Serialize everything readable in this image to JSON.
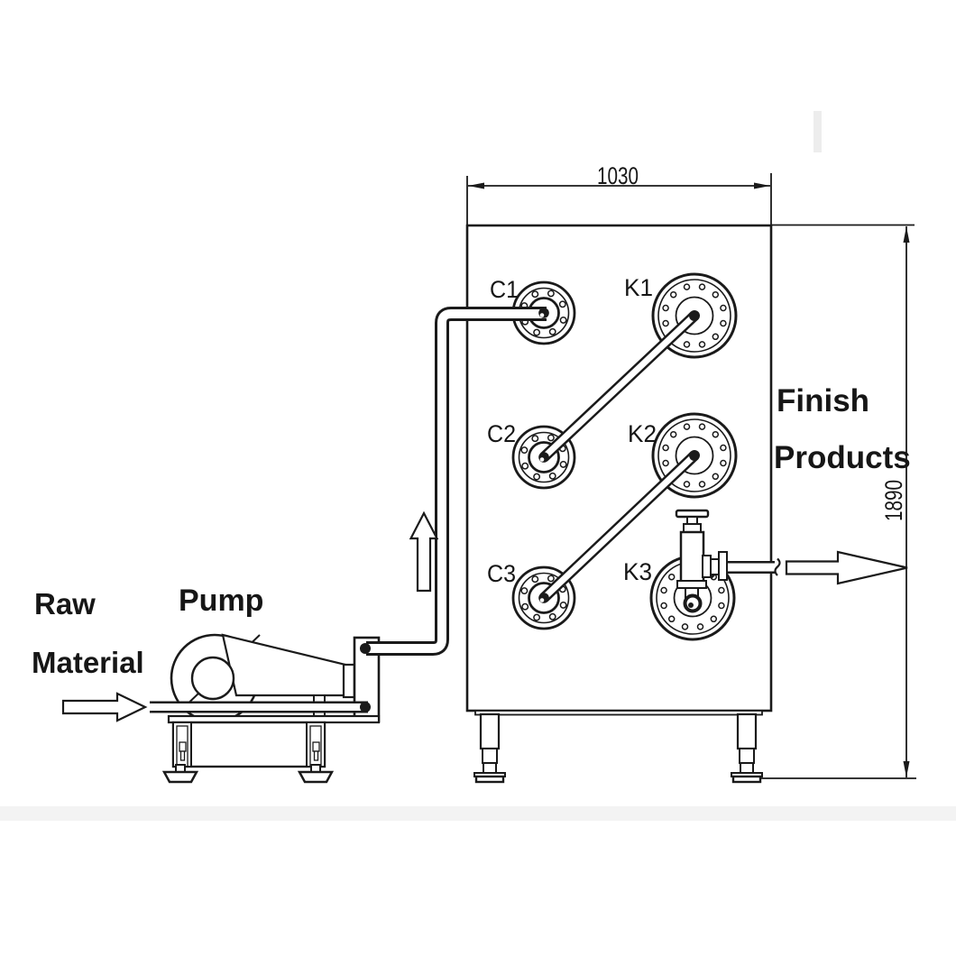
{
  "diagram": {
    "type": "process-flow-diagram",
    "labels": {
      "raw_material_line1": "Raw",
      "raw_material_line2": "Material",
      "pump": "Pump",
      "finish_line1": "Finish",
      "finish_line2": "Products"
    },
    "ports": [
      {
        "id": "C1"
      },
      {
        "id": "K1"
      },
      {
        "id": "C2"
      },
      {
        "id": "K2"
      },
      {
        "id": "C3"
      },
      {
        "id": "K3"
      }
    ],
    "dimensions": {
      "cabinet_width": "1030",
      "cabinet_height": "1890"
    },
    "colors": {
      "line": "#1a1a1a",
      "background": "#ffffff"
    }
  }
}
